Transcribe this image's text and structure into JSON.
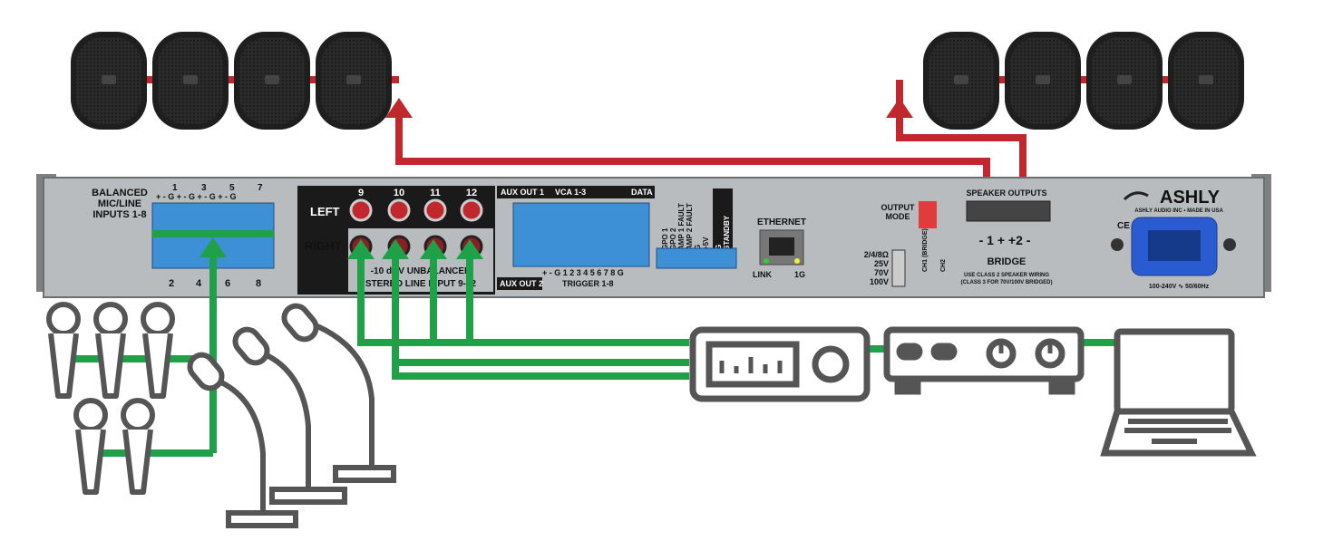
{
  "colors": {
    "speaker_wire": "#c0282d",
    "signal_wire": "#1fa14a",
    "device_outline": "#555555",
    "panel": "#b8bcbf",
    "terminal": "#3d8fd6"
  },
  "panel": {
    "brand": "ASHLY",
    "brand_sub": "ASHLY AUDIO INC • MADE IN USA",
    "inputs_label": [
      "BALANCED",
      "MIC/LINE",
      "INPUTS 1-8"
    ],
    "inputs_top_numbers": [
      "1",
      "3",
      "5",
      "7"
    ],
    "inputs_bottom_numbers": [
      "2",
      "4",
      "6",
      "8"
    ],
    "pin_top": "+ - G + - G + - G + - G",
    "left_label": "LEFT",
    "right_label": "RIGHT",
    "rca_numbers": [
      "9",
      "10",
      "11",
      "12"
    ],
    "unbalanced_label": [
      "-10 dBV UNBALANCED",
      "STEREO LINE INPUT 9-12"
    ],
    "aux_out1": "AUX OUT 1",
    "vca": "VCA 1-3",
    "data": "DATA",
    "aux_out2": "AUX OUT 2",
    "trigger": "TRIGGER 1-8",
    "trigger_pins": "+ - G 1 2 3 4 5 6 7 8 G",
    "gpo_labels": [
      "GPO 1",
      "GPO 2",
      "AMP 1 FAULT",
      "AMP 2 FAULT",
      "G",
      "+5V",
      "G",
      "STANDBY"
    ],
    "ethernet": "ETHERNET",
    "link": "LINK",
    "gig": "1G",
    "output_mode": [
      "OUTPUT",
      "MODE"
    ],
    "modes": [
      "2/4/8Ω",
      "25V",
      "70V",
      "100V"
    ],
    "ch1": "CH1 (BRIDGE)",
    "ch2": "CH2",
    "speaker_outputs": "SPEAKER OUTPUTS",
    "ch_out": "- 1 +  +2 -",
    "bridge": "BRIDGE",
    "wiring_note": [
      "USE CLASS 2 SPEAKER WIRING",
      "(CLASS 3 FOR 70V/100V BRIDGED)"
    ],
    "ce": "CE",
    "power": "100-240V ∿ 50/60Hz"
  }
}
